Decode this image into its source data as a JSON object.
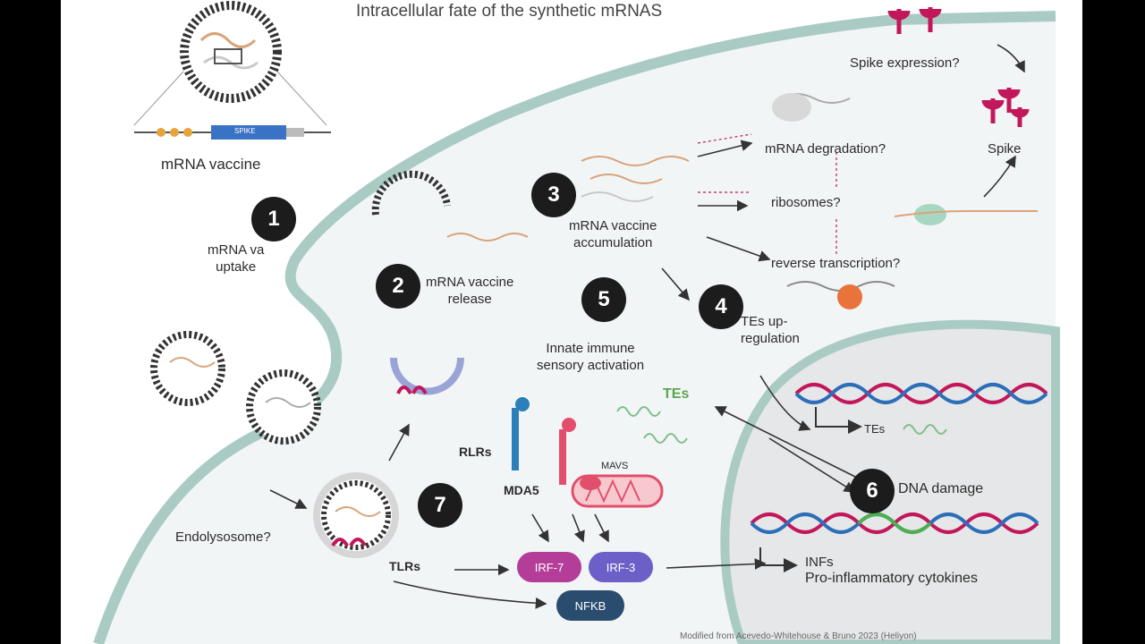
{
  "diagram": {
    "title": "Intracellular fate of the synthetic mRNAS",
    "vaccine_label": "mRNA vaccine",
    "construct_label": "SPIKE",
    "steps": {
      "s1": "1",
      "s2": "2",
      "s3": "3",
      "s4": "4",
      "s5": "5",
      "s6": "6",
      "s7": "7"
    },
    "labels": {
      "uptake": "mRNA va\nuptake",
      "release": "mRNA vaccine\nrelease",
      "accumulation": "mRNA vaccine\naccumulation",
      "te_up": "TEs up-\nregulation",
      "innate": "Innate immune\nsensory activation",
      "spike_expression": "Spike expression?",
      "spike": "Spike",
      "degradation": "mRNA degradation?",
      "ribosomes": "ribosomes?",
      "reverse_transcription": "reverse transcription?",
      "tes_cyto": "TEs",
      "tes_nuc": "TEs",
      "rlrs": "RLRs",
      "mda5": "MDA5",
      "mavs": "MAVS",
      "dna_damage": "DNA damage",
      "endolysosome": "Endolysosome?",
      "tlrs": "TLRs",
      "infs": "INFs",
      "cytokines": "Pro-inflammatory cytokines",
      "credit": "Modified from Acevedo-Whitehouse & Bruno 2023 (Heliyon)"
    },
    "factors": {
      "irf7": "IRF-7",
      "irf3": "IRF-3",
      "nfkb": "NFKB"
    }
  }
}
